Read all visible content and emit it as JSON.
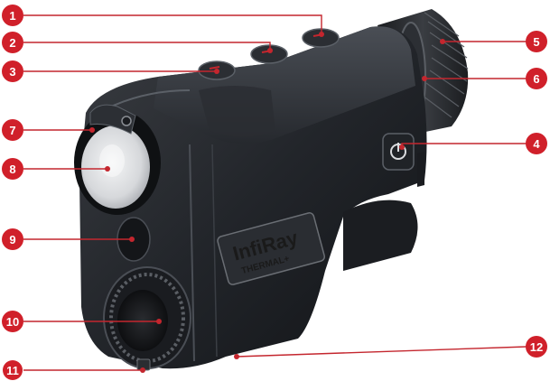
{
  "diagram": {
    "device": "thermal-monocular",
    "brand_logo": "InfiRay",
    "brand_sub": "THERMAL+",
    "accent_color": "#d0202a",
    "callouts": [
      {
        "number": "1"
      },
      {
        "number": "2"
      },
      {
        "number": "3"
      },
      {
        "number": "4"
      },
      {
        "number": "5"
      },
      {
        "number": "6"
      },
      {
        "number": "7"
      },
      {
        "number": "8"
      },
      {
        "number": "9"
      },
      {
        "number": "10"
      },
      {
        "number": "11"
      },
      {
        "number": "12"
      }
    ]
  }
}
